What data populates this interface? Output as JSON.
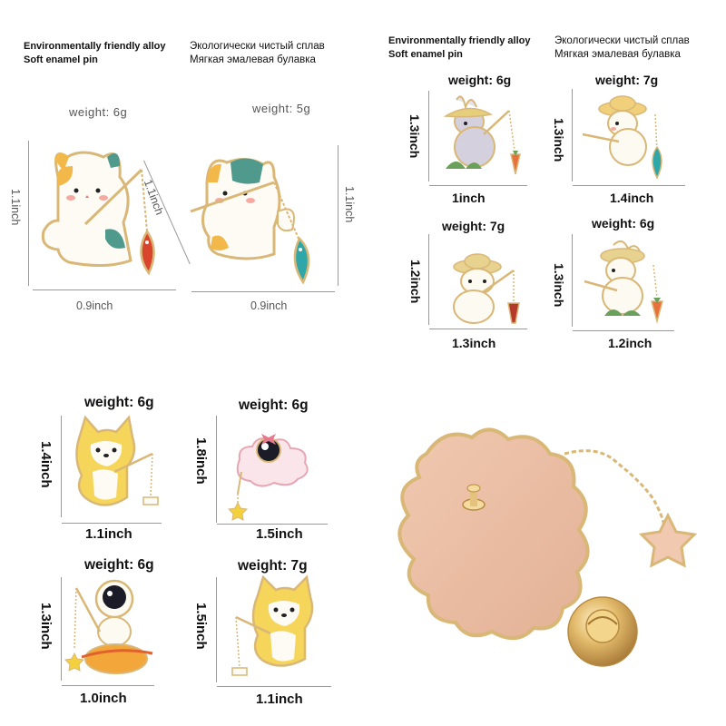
{
  "header_left": {
    "en_line1": "Environmentally friendly alloy",
    "en_line2": "Soft enamel pin",
    "ru_line1": "Экологически чистый сплав",
    "ru_line2": "Мягкая эмалевая булавка"
  },
  "header_right": {
    "en_line1": "Environmentally friendly alloy",
    "en_line2": "Soft enamel pin",
    "ru_line1": "Экологически чистый сплав",
    "ru_line2": "Мягкая эмалевая булавка"
  },
  "panel_cats": {
    "cat1_weight": "weight: 6g",
    "cat2_weight": "weight: 5g",
    "cat1_height": "1.1inch",
    "cat1_diag": "1.1inch",
    "cat2_height": "1.1inch",
    "cat1_width": "0.9inch",
    "cat2_width": "0.9inch"
  },
  "panel_rabbits": {
    "r1_weight": "weight: 6g",
    "r1_height": "1.3inch",
    "r1_width": "1inch",
    "r2_weight": "weight: 7g",
    "r2_height": "1.3inch",
    "r2_width": "1.4inch",
    "r3_weight": "weight: 7g",
    "r3_height": "1.2inch",
    "r3_width": "1.3inch",
    "r4_weight": "weight: 6g",
    "r4_height": "1.3inch",
    "r4_width": "1.2inch"
  },
  "panel_misc": {
    "corgi1_weight": "weight: 6g",
    "corgi1_height": "1.4inch",
    "corgi1_width": "1.1inch",
    "eye_weight": "weight: 6g",
    "eye_height": "1.8inch",
    "eye_width": "1.5inch",
    "astro_weight": "weight: 6g",
    "astro_height": "1.3inch",
    "astro_width": "1.0inch",
    "corgi2_weight": "weight: 7g",
    "corgi2_height": "1.5inch",
    "corgi2_width": "1.1inch"
  },
  "colors": {
    "gold": "#d9b777",
    "back_plate": "#e9bfa6",
    "fish_red": "#d9442c",
    "fish_teal": "#2fa7a8",
    "carrot": "#e8703a"
  }
}
